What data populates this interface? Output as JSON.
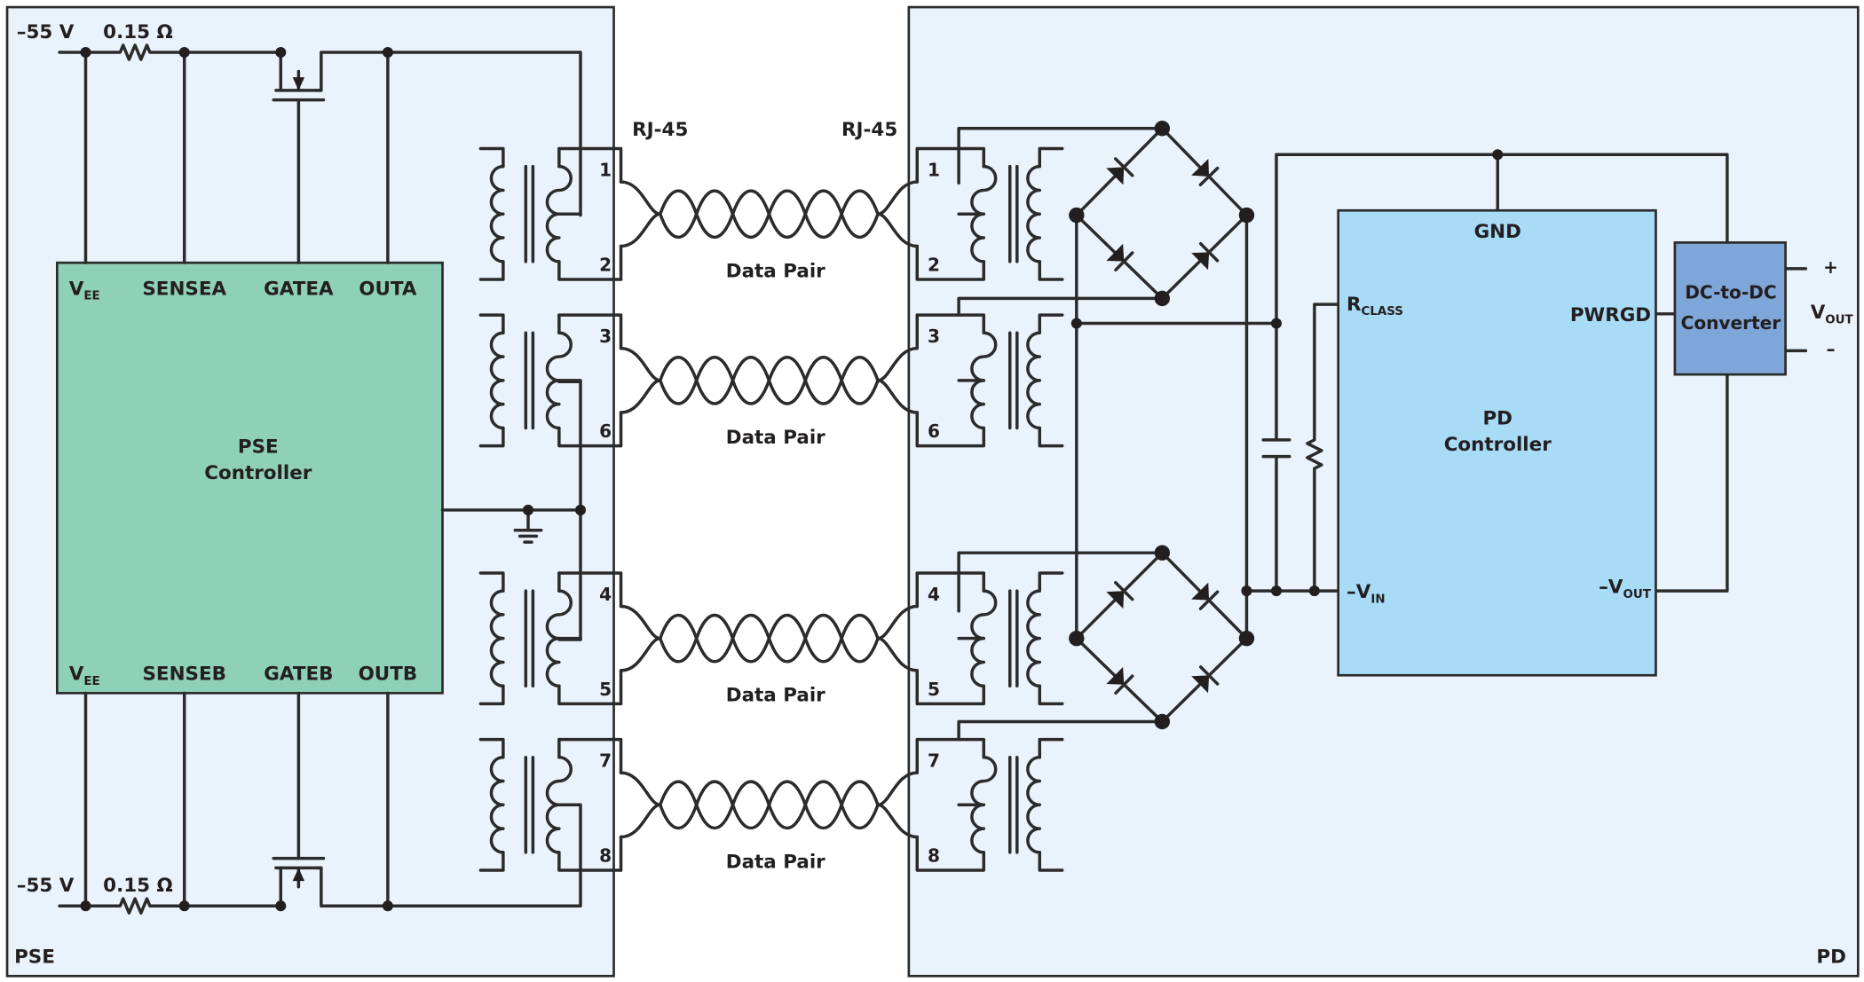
{
  "pse": {
    "panel_label": "PSE",
    "controller": {
      "line1": "PSE",
      "line2": "Controller"
    },
    "pins_top": {
      "vee": "V",
      "vee_sub": "EE",
      "sense": "SENSEA",
      "gate": "GATEA",
      "out": "OUTA"
    },
    "pins_bottom": {
      "vee": "V",
      "vee_sub": "EE",
      "sense": "SENSEB",
      "gate": "GATEB",
      "out": "OUTB"
    },
    "supply_top": "–55 V",
    "supply_bottom": "–55 V",
    "resistor_top": "0.15 Ω",
    "resistor_bottom": "0.15 Ω"
  },
  "pd": {
    "panel_label": "PD",
    "controller": {
      "line1": "PD",
      "line2": "Controller"
    },
    "gnd": "GND",
    "pwrgd": "PWRGD",
    "rclass": "R",
    "rclass_sub": "CLASS",
    "vin": "–V",
    "vin_sub": "IN",
    "vout_pin": "–V",
    "vout_pin_sub": "OUT",
    "converter": {
      "line1": "DC-to-DC",
      "line2": "Converter"
    },
    "vout": "V",
    "vout_sub": "OUT",
    "plus": "+",
    "minus": "–"
  },
  "connectors": {
    "left": "RJ-45",
    "right": "RJ-45"
  },
  "pairs": [
    {
      "label": "Data Pair",
      "pin_a": "1",
      "pin_b": "2"
    },
    {
      "label": "Data Pair",
      "pin_a": "3",
      "pin_b": "6"
    },
    {
      "label": "Data Pair",
      "pin_a": "4",
      "pin_b": "5"
    },
    {
      "label": "Data Pair",
      "pin_a": "7",
      "pin_b": "8"
    }
  ],
  "colors": {
    "panel_bg": "#eaf3fc",
    "pse_controller": "#8fd0b8",
    "pd_controller": "#a8dbf6",
    "converter": "#7ea6d8"
  }
}
